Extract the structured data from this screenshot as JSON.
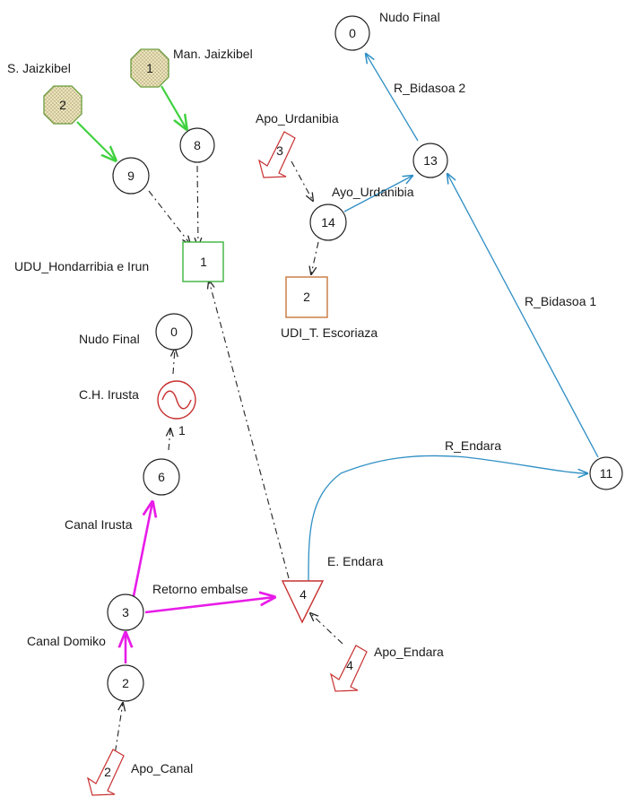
{
  "colors": {
    "blue_link": "#2f8fc4",
    "magenta_canal": "#e81ce8",
    "green_link": "#3fd23f",
    "udi_orange": "#c8783c",
    "udu_green": "#3cb43c",
    "inflow_red": "#c83030",
    "source_fill": "#e8e0b0",
    "source_stroke": "#6a9a3a"
  },
  "nodes": {
    "n0_top": {
      "num": "0",
      "label": "Nudo Final"
    },
    "n13": {
      "num": "13"
    },
    "n14": {
      "num": "14"
    },
    "n8": {
      "num": "8"
    },
    "n9": {
      "num": "9"
    },
    "n0_left": {
      "num": "0",
      "label": "Nudo Final"
    },
    "n6": {
      "num": "6"
    },
    "n3": {
      "num": "3"
    },
    "n2": {
      "num": "2"
    },
    "n11": {
      "num": "11"
    }
  },
  "sources": {
    "s1": {
      "num": "1",
      "label": "Man. Jaizkibel"
    },
    "s2": {
      "num": "2",
      "label": "S. Jaizkibel"
    }
  },
  "demands": {
    "udu1": {
      "num": "1",
      "label": "UDU_Hondarribia e Irun"
    },
    "udi2": {
      "num": "2",
      "label": "UDI_T. Escoriaza"
    }
  },
  "inflows": {
    "apo_urdanibia": {
      "num": "3",
      "label": "Apo_Urdanibia"
    },
    "apo_endara": {
      "num": "4",
      "label": "Apo_Endara"
    },
    "apo_canal": {
      "num": "2",
      "label": "Apo_Canal"
    }
  },
  "reservoir": {
    "num": "4",
    "label": "E. Endara"
  },
  "plant": {
    "label": "C.H. Irusta",
    "outlet_num": "1"
  },
  "links": {
    "r_bidasoa2": "R_Bidasoa 2",
    "r_bidasoa1": "R_Bidasoa 1",
    "ayo_urdanibia": "Ayo_Urdanibia",
    "r_endara": "R_Endara",
    "canal_irusta": "Canal Irusta",
    "retorno_embalse": "Retorno embalse",
    "canal_domiko": "Canal Domiko"
  }
}
